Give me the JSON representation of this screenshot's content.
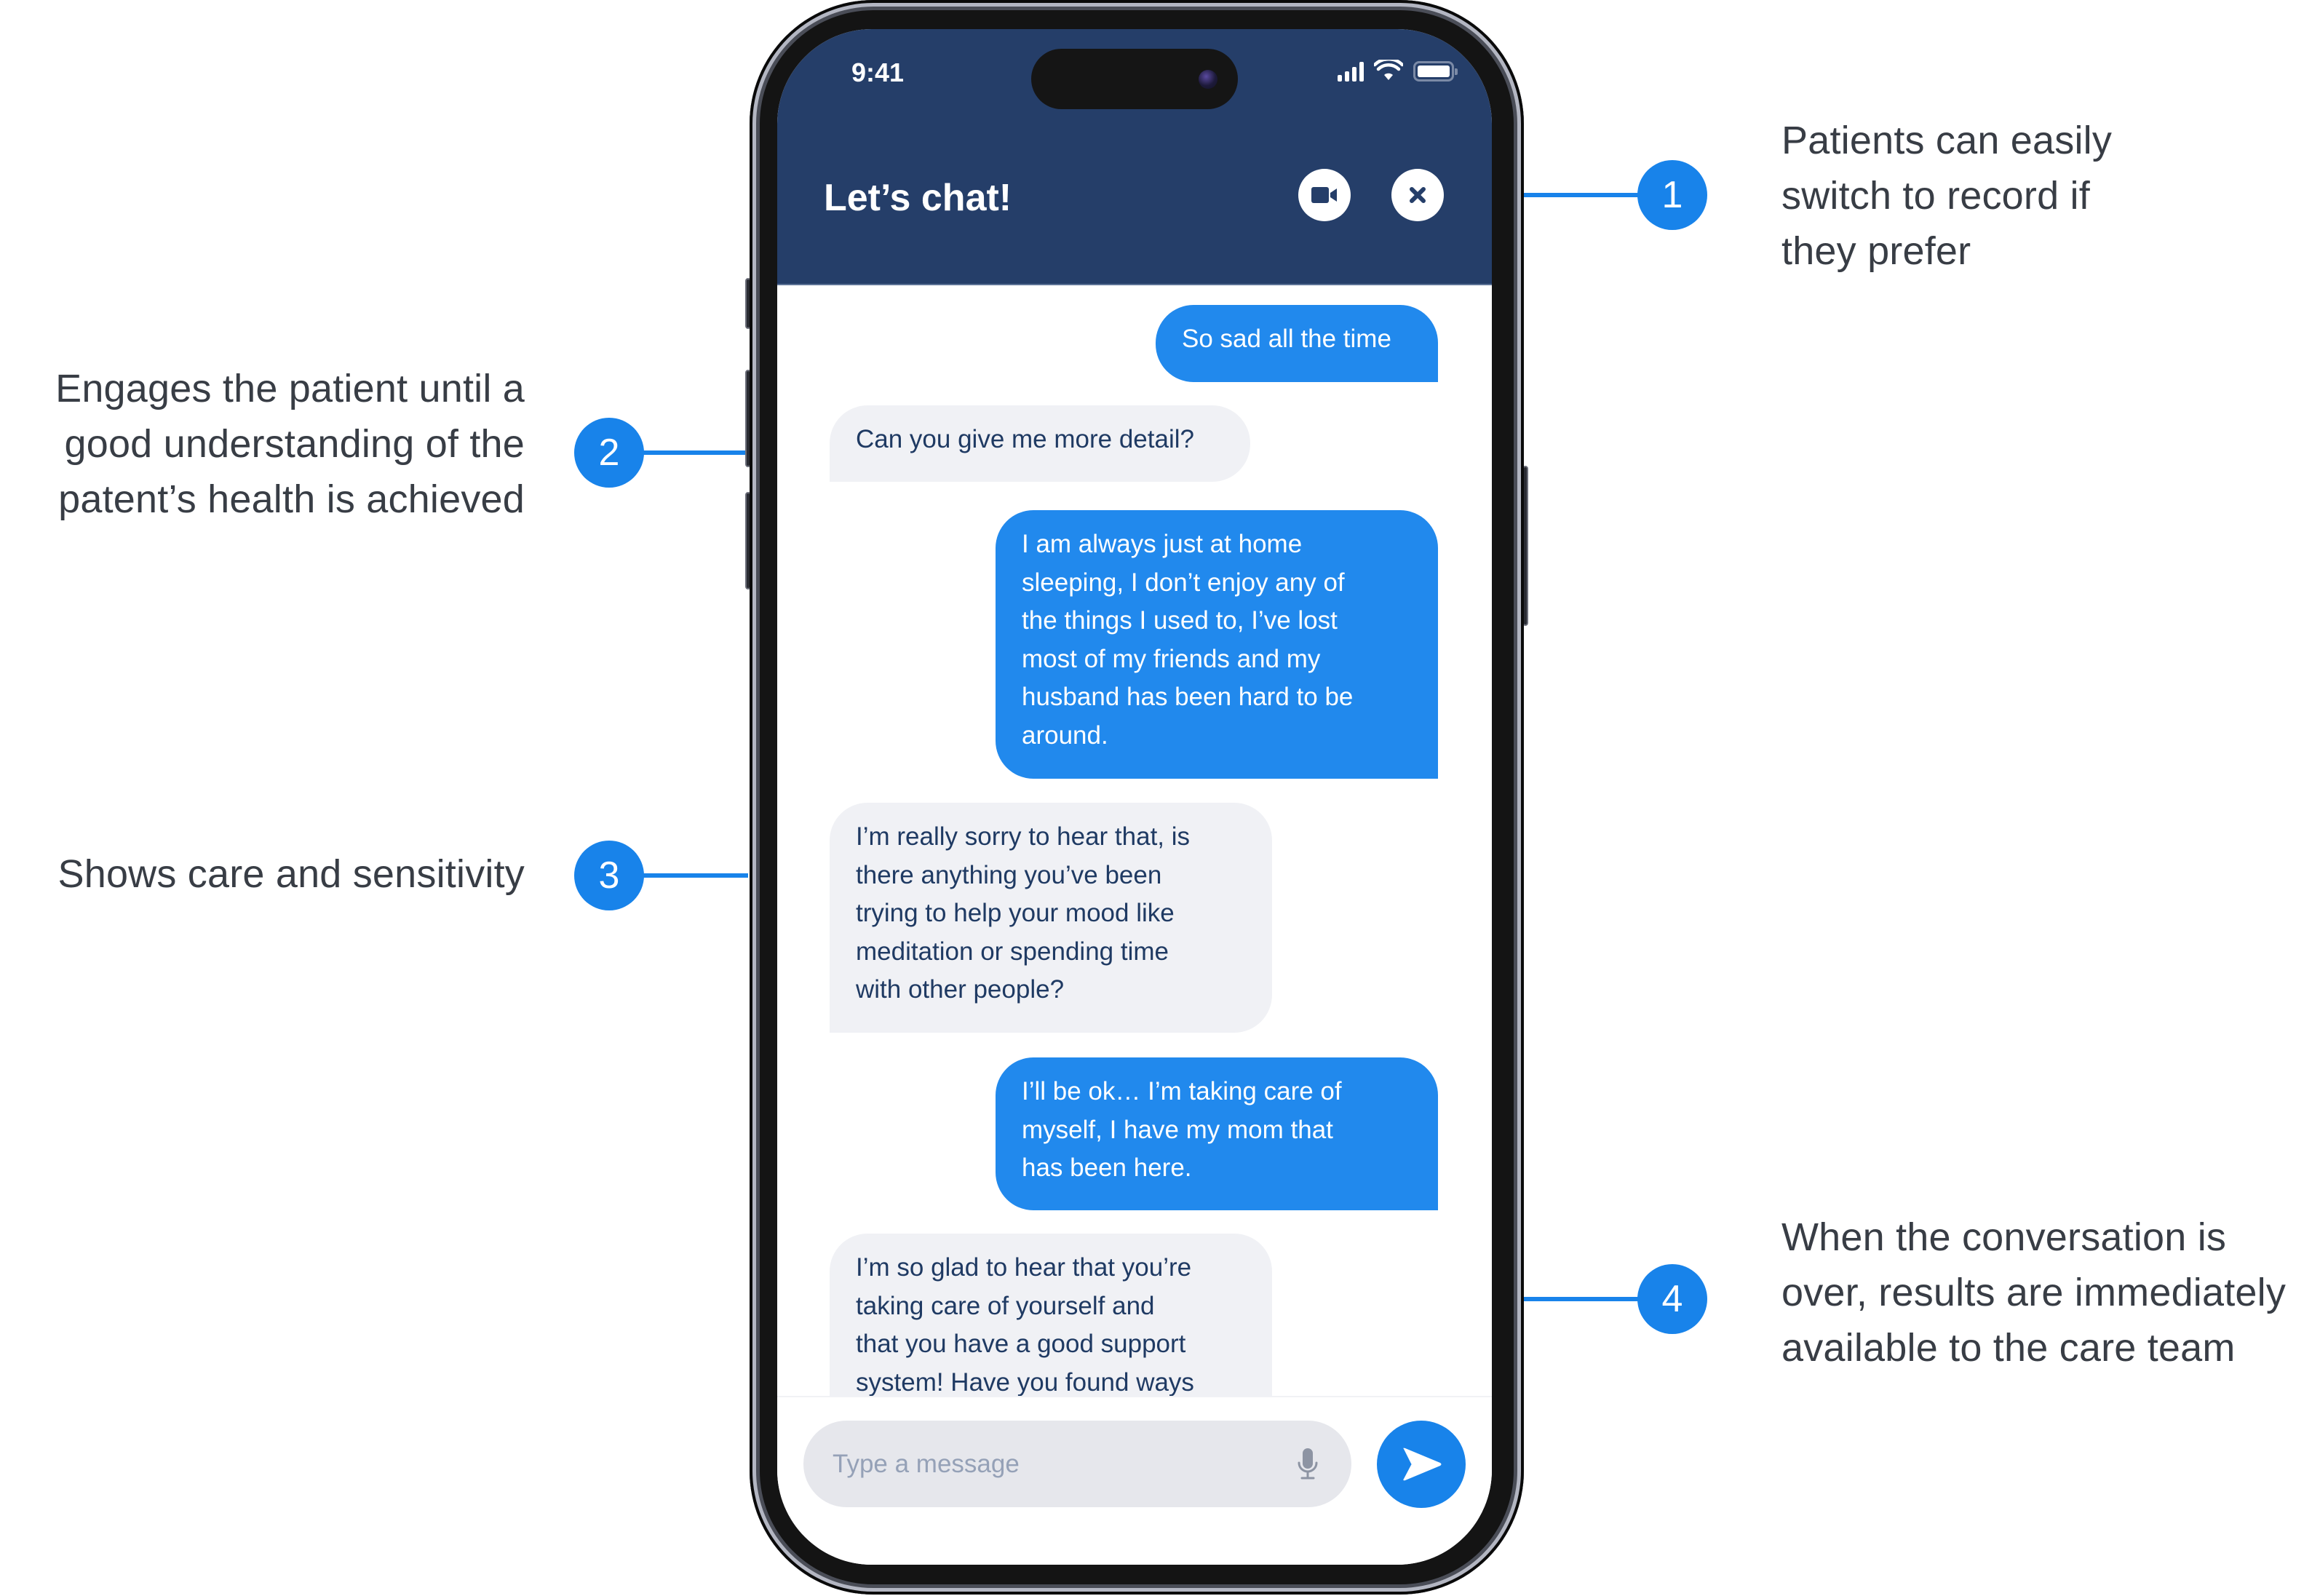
{
  "annotations": [
    {
      "number": "1",
      "side": "right",
      "text": "Patients can easily\nswitch to record if\nthey prefer"
    },
    {
      "number": "2",
      "side": "left",
      "text": "Engages the patient until a\ngood understanding of the\npatent’s health is achieved"
    },
    {
      "number": "3",
      "side": "left",
      "text": "Shows care and sensitivity"
    },
    {
      "number": "4",
      "side": "right",
      "text": "When the conversation is\nover, results are immediately\navailable to the care team"
    }
  ],
  "phone": {
    "status_bar": {
      "time": "9:41",
      "icons": [
        "cellular-signal-icon",
        "wifi-icon",
        "battery-icon"
      ]
    },
    "header": {
      "title": "Let’s chat!",
      "buttons": [
        {
          "name": "video-record-button",
          "icon": "video-camera-icon"
        },
        {
          "name": "close-button",
          "icon": "close-x-icon"
        }
      ]
    },
    "messages": [
      {
        "sender": "patient",
        "text": "So sad all the time"
      },
      {
        "sender": "bot",
        "text": "Can you give me more detail?"
      },
      {
        "sender": "patient",
        "text": "I am always just at home\nsleeping, I don’t enjoy any of\nthe things I used to, I’ve lost\nmost of my friends and my\nhusband has been hard to be\naround."
      },
      {
        "sender": "bot",
        "text": "I’m really sorry to hear that, is\nthere anything you’ve been\ntrying to help your mood like\nmeditation or spending time\nwith other people?"
      },
      {
        "sender": "patient",
        "text": "I’ll be ok… I’m taking care of\nmyself, I have my mom that\nhas been here."
      },
      {
        "sender": "bot",
        "text": "I’m so glad to hear that you’re\ntaking care of yourself and\nthat you have a good support\nsystem! Have you found ways"
      }
    ],
    "composer": {
      "placeholder": "Type a message",
      "value": "",
      "mic_icon": "microphone-icon",
      "send_icon": "send-arrow-icon"
    }
  },
  "colors": {
    "accent": "#1883ea",
    "sent_bubble": "#2189ed",
    "received_bubble": "#f0f1f5",
    "received_text": "#1f3a63",
    "header_bg": "#253e69",
    "annotation_text": "#383d45",
    "input_bg": "#e6e7ec",
    "placeholder_text": "#95a1b7"
  }
}
